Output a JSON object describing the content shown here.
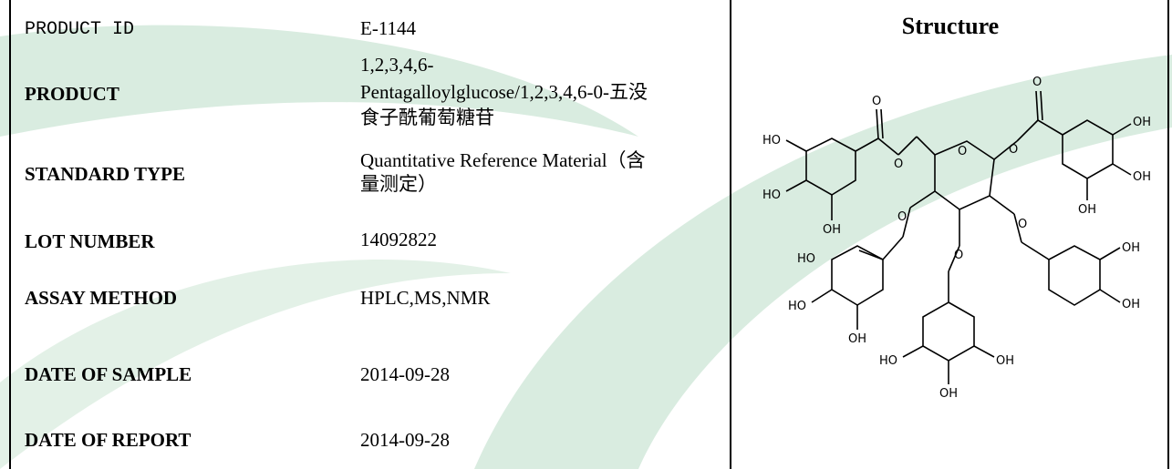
{
  "rows": [
    {
      "label": "PRODUCT ID",
      "value": "E-1144"
    },
    {
      "label": "PRODUCT",
      "value_lines": [
        "1,2,3,4,6-",
        "Pentagalloylglucose/1,2,3,4,6-0-五没",
        "食子酰葡萄糖苷"
      ]
    },
    {
      "label": "STANDARD TYPE",
      "value_lines": [
        "Quantitative Reference Material（含",
        "量测定）"
      ]
    },
    {
      "label": "LOT NUMBER",
      "value": "14092822"
    },
    {
      "label": "ASSAY METHOD",
      "value": "HPLC,MS,NMR"
    },
    {
      "label": "DATE OF SAMPLE",
      "value": "2014-09-28"
    },
    {
      "label": "DATE OF REPORT",
      "value": "2014-09-28"
    }
  ],
  "structure": {
    "title": "Structure",
    "atoms": {
      "ho": "HO",
      "oh": "OH",
      "o": "O"
    }
  },
  "colors": {
    "background_leaf": "#d9ece0"
  }
}
